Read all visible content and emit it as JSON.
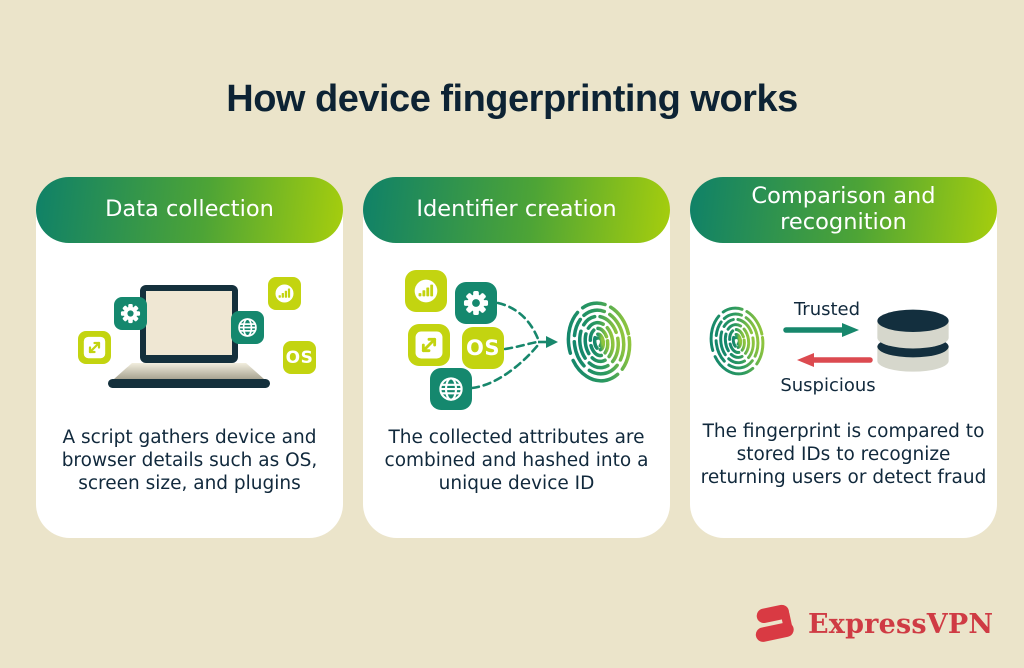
{
  "page": {
    "title": "How device fingerprinting works"
  },
  "cards": [
    {
      "id": "data-collection",
      "header": "Data collection",
      "body": "A script gathers device and browser details such as OS, screen size, and plugins"
    },
    {
      "id": "identifier-creation",
      "header": "Identifier creation",
      "body": "The collected attributes are combined and hashed into a unique device ID"
    },
    {
      "id": "comparison-recognition",
      "header": "Comparison and recognition",
      "body": "The fingerprint is compared to stored IDs to recognize returning users or detect fraud",
      "flow_labels": {
        "trusted": "Trusted",
        "suspicious": "Suspicious"
      }
    }
  ],
  "icons": {
    "os_label": "OS",
    "names": [
      "settings-gear-icon",
      "screen-size-expand-icon",
      "plugins-chart-icon",
      "browser-globe-icon",
      "os-icon",
      "laptop-icon",
      "fingerprint-icon",
      "database-icon",
      "expressvpn-logo-icon"
    ]
  },
  "footer": {
    "brand": "ExpressVPN"
  },
  "colors": {
    "background": "#ebe4ca",
    "card": "#ffffff",
    "navy": "#11293c",
    "teal": "#15886e",
    "lime": "#c3d410",
    "pill_gradient_start": "#0f8168",
    "pill_gradient_end": "#a6ce0d",
    "trusted_arrow": "#17876c",
    "suspicious_arrow": "#dc4a50",
    "brand_red": "#cf3b44"
  }
}
